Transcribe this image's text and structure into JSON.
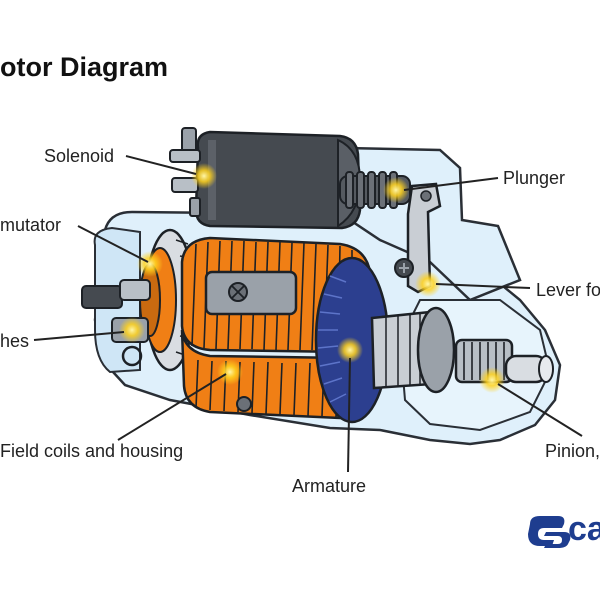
{
  "title": "otor Diagram",
  "labels": {
    "solenoid": "Solenoid",
    "plunger": "Plunger",
    "commutator": "mutator",
    "lever": "Lever fo",
    "brushes": "hes",
    "field_coils": "Field coils and housing",
    "armature": "Armature",
    "pinion": "Pinion,"
  },
  "brand": {
    "text": "ca",
    "icon": "logo-icon",
    "color": "#1e3d8f"
  },
  "colors": {
    "housing": "#dff0fb",
    "outline": "#2a2f36",
    "copper": "#f07f15",
    "armature_blue": "#2c3f8f",
    "solenoid_body": "#454a50",
    "highlight": "#ffd21e"
  }
}
